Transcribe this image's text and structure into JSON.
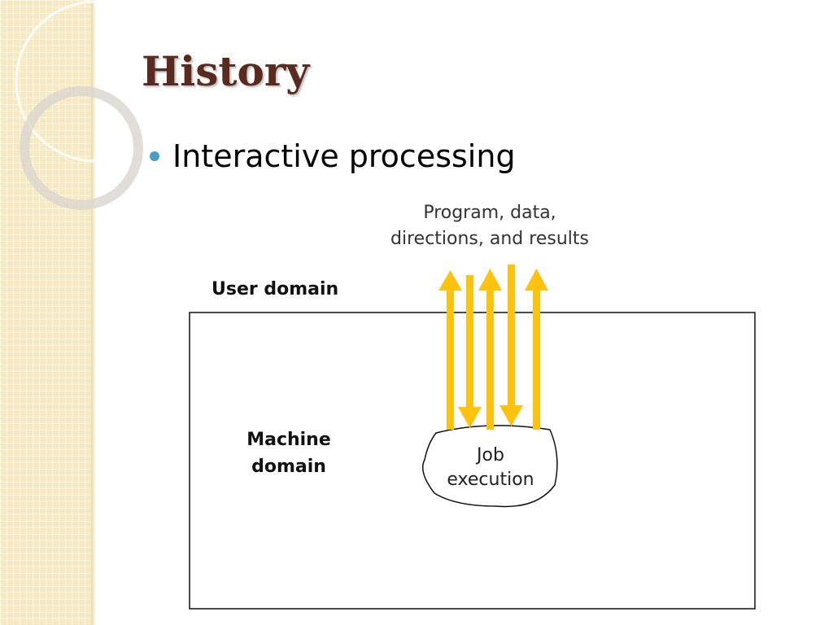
{
  "slide": {
    "title": "History",
    "bullets": [
      {
        "text": "Interactive processing"
      }
    ]
  },
  "diagram": {
    "io_label_line1": "Program, data,",
    "io_label_line2": "directions, and results",
    "user_domain_label": "User domain",
    "machine_domain_line1": "Machine",
    "machine_domain_line2": "domain",
    "job_line1": "Job",
    "job_line2": "execution",
    "arrow_color": "#ffc20e",
    "arrow_directions": [
      "up",
      "down",
      "up",
      "down",
      "up"
    ]
  },
  "colors": {
    "title": "#5a2a1e",
    "bullet": "#4a9fc4",
    "strip": "#f7e9c2"
  }
}
